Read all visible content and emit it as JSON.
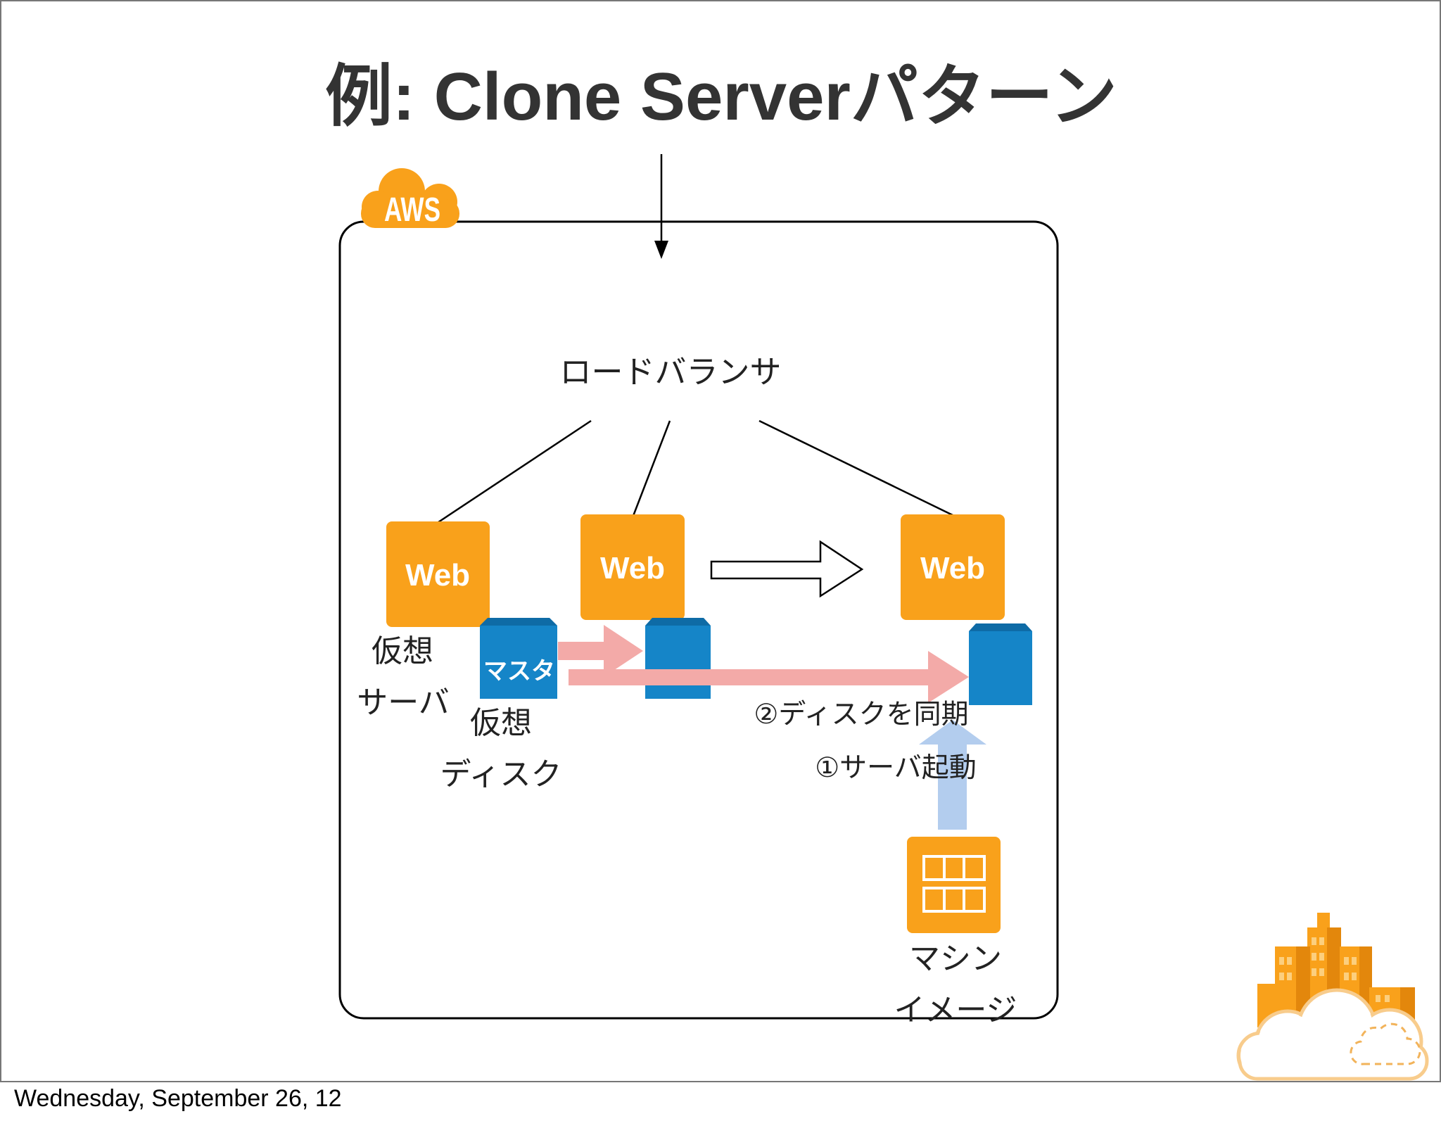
{
  "slide": {
    "title": "例: Clone Serverパターン",
    "footer_date": "Wednesday, September 26, 12"
  },
  "aws_region": {
    "badge_text": "AWS",
    "load_balancer_label": "ロードバランサ"
  },
  "web_servers": [
    {
      "label": "Web"
    },
    {
      "label": "Web"
    },
    {
      "label": "Web"
    }
  ],
  "master_disk": {
    "label": "マスタ"
  },
  "labels": {
    "virtual_server": [
      "仮想",
      "サーバ"
    ],
    "virtual_disk": [
      "仮想",
      "ディスク"
    ],
    "step_sync_disk": "②ディスクを同期",
    "step_start_server": "①サーバ起動",
    "machine_image": [
      "マシン",
      "イメージ"
    ]
  },
  "icons": {
    "aws_badge": "aws-cloud-icon",
    "clone_arrow": "hollow-right-arrow-icon",
    "machine_image": "machine-image-icon",
    "corner_logo": "building-cloud-logo"
  },
  "colors": {
    "orange": "#F9A11B",
    "disk_blue": "#1585C8",
    "disk_top": "#0E6BA6",
    "sync_arrow": "#F3AAA8",
    "launch_arrow": "#B3CDEE",
    "frame": "#777777",
    "title": "#333333",
    "text": "#222222"
  }
}
